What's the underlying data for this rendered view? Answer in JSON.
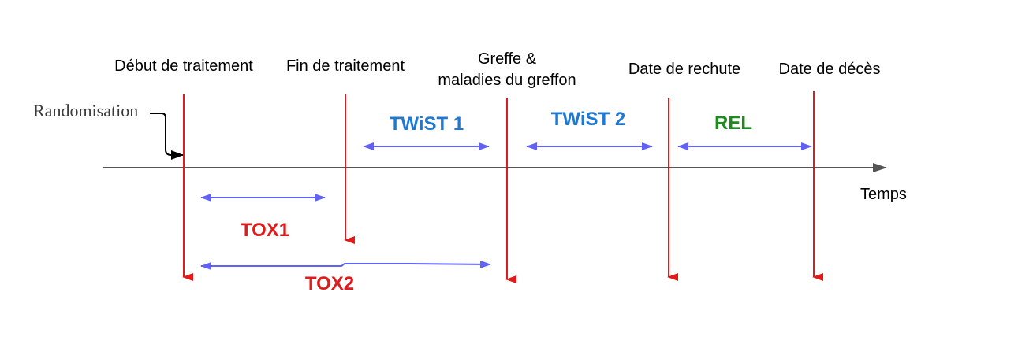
{
  "events": {
    "debut": "Début de traitement",
    "fin": "Fin de traitement",
    "greffe_line1": "Greffe &",
    "greffe_line2": "maladies du greffon",
    "rechute": "Date de rechute",
    "deces": "Date de décès"
  },
  "randomisation_label": "Randomisation",
  "axis_label": "Temps",
  "periods": {
    "twist1": "TWiST 1",
    "twist2": "TWiST 2",
    "rel": "REL",
    "tox1": "TOX1",
    "tox2": "TOX2"
  },
  "colors": {
    "event_line": "#e01b1b",
    "period_arrow": "#6161f5",
    "axis": "#555555",
    "twist_text": "#1f78d1",
    "rel_text": "#1f8a1f",
    "tox_text": "#e01b1b"
  }
}
